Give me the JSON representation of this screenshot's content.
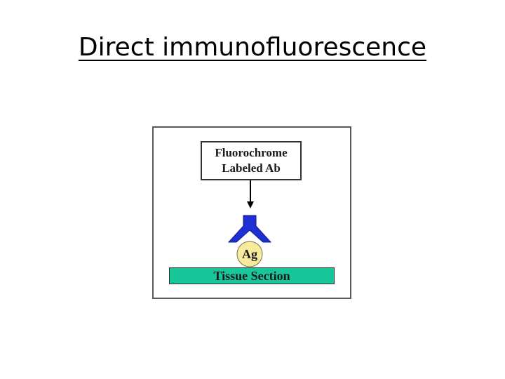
{
  "slide": {
    "title": "Direct immunofluorescence"
  },
  "diagram": {
    "label_line1": "Fluorochrome",
    "label_line2": "Labeled Ab",
    "antigen": "Ag",
    "tissue": "Tissue Section",
    "colors": {
      "antibody": "#1f2fd6",
      "antigen": "#f5eb9b",
      "tissue": "#17c79a"
    }
  }
}
